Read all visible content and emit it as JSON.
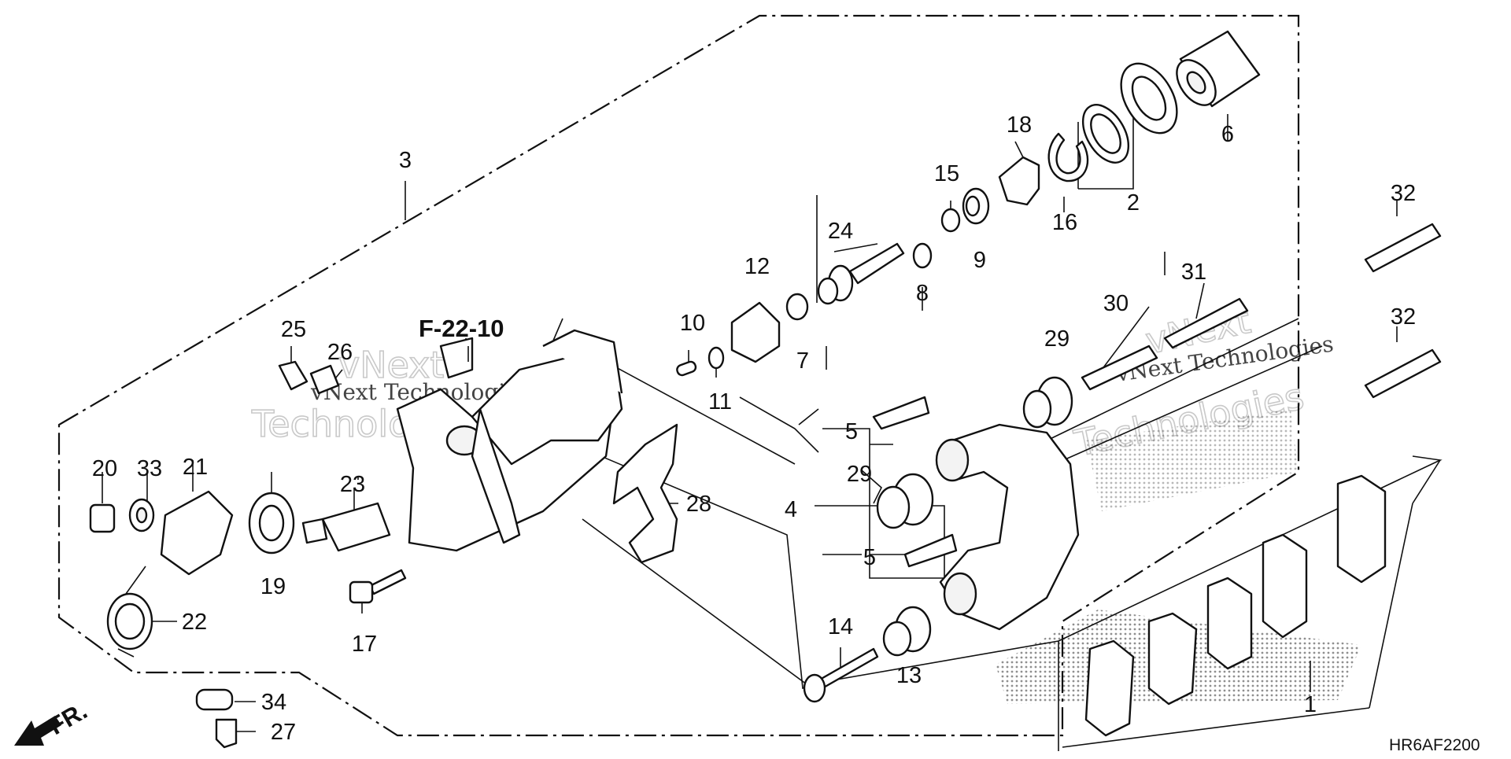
{
  "diagram": {
    "reference_label": "F-22-10",
    "drawing_code": "HR6AF2200",
    "direction_label": "FR.",
    "watermark": {
      "line1": "vNext",
      "line2": "Technologies",
      "small": "vNext Technologies"
    }
  },
  "callouts": [
    {
      "id": "1",
      "label": "1"
    },
    {
      "id": "2",
      "label": "2"
    },
    {
      "id": "3",
      "label": "3"
    },
    {
      "id": "4",
      "label": "4"
    },
    {
      "id": "5a",
      "label": "5"
    },
    {
      "id": "5b",
      "label": "5"
    },
    {
      "id": "6",
      "label": "6"
    },
    {
      "id": "7",
      "label": "7"
    },
    {
      "id": "8",
      "label": "8"
    },
    {
      "id": "9",
      "label": "9"
    },
    {
      "id": "10",
      "label": "10"
    },
    {
      "id": "11",
      "label": "11"
    },
    {
      "id": "12",
      "label": "12"
    },
    {
      "id": "13",
      "label": "13"
    },
    {
      "id": "14",
      "label": "14"
    },
    {
      "id": "15",
      "label": "15"
    },
    {
      "id": "16",
      "label": "16"
    },
    {
      "id": "17",
      "label": "17"
    },
    {
      "id": "18",
      "label": "18"
    },
    {
      "id": "19",
      "label": "19"
    },
    {
      "id": "20",
      "label": "20"
    },
    {
      "id": "21",
      "label": "21"
    },
    {
      "id": "22",
      "label": "22"
    },
    {
      "id": "23",
      "label": "23"
    },
    {
      "id": "24",
      "label": "24"
    },
    {
      "id": "25",
      "label": "25"
    },
    {
      "id": "26",
      "label": "26"
    },
    {
      "id": "27",
      "label": "27"
    },
    {
      "id": "28",
      "label": "28"
    },
    {
      "id": "29a",
      "label": "29"
    },
    {
      "id": "29b",
      "label": "29"
    },
    {
      "id": "30",
      "label": "30"
    },
    {
      "id": "31",
      "label": "31"
    },
    {
      "id": "32a",
      "label": "32"
    },
    {
      "id": "32b",
      "label": "32"
    },
    {
      "id": "33",
      "label": "33"
    },
    {
      "id": "34",
      "label": "34"
    }
  ]
}
